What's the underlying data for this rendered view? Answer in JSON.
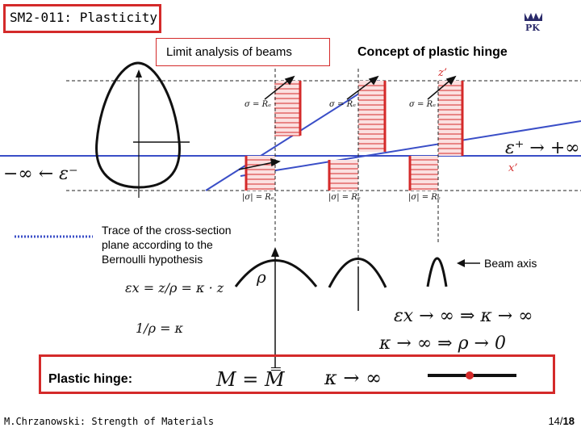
{
  "header": {
    "title": "SM2-011: Plasticity",
    "subtitle_box": "Limit analysis of beams",
    "subtitle_right": "Concept of plastic hinge"
  },
  "logo": {
    "letters": "PK"
  },
  "labels": {
    "trace_line1": "Trace of the cross-section",
    "trace_line2": "plane according to the",
    "trace_line3": "Bernoulli hypothesis",
    "beam_axis": "Beam axis",
    "plastic_hinge": "Plastic hinge:"
  },
  "axes": {
    "z_prime": "z’",
    "x_prime": "x’"
  },
  "formulas": {
    "sigma_re": "σ = Rₑ",
    "abs_sigma_re": "|σ| = Rₑ",
    "eps_plus": "ε⁺ → +∞",
    "eps_minus": "−∞ ← ε⁻",
    "rho": "ρ",
    "eps_x_eq": "εx = z/ρ = κ · z",
    "kappa_eq": "1/ρ = κ",
    "eps_inf": "εx → ∞ ⇒ κ → ∞",
    "kappa_inf": "κ → ∞ ⇒ ρ → 0",
    "m_eq": "M = M̿",
    "kappa_hinge": "κ → ∞"
  },
  "footer": {
    "author": "M.Chrzanowski: Strength of Materials",
    "page": "14",
    "total": "18"
  },
  "colors": {
    "accent_red": "#d42a2a",
    "axis_blue": "#3a4ec7",
    "stress_fill": "#e04040"
  }
}
